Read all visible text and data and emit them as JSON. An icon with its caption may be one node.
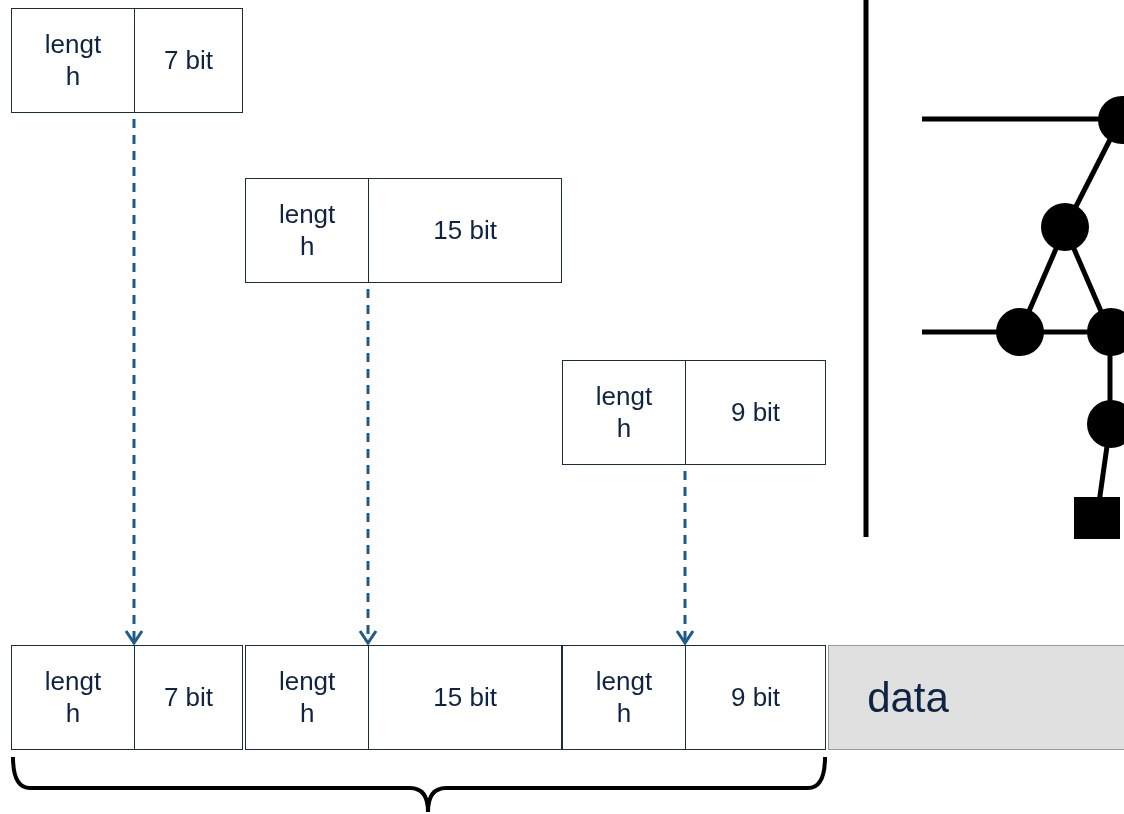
{
  "diagram": {
    "nodes": [
      {
        "text": [],
        "shape": "box"
      },
      {
        "text": [
          "lengt h"
        ],
        "in": 0
      },
      {
        "text": [
          "7 bit"
        ],
        "in": 0
      },
      {
        "text": [],
        "shape": "box"
      },
      {
        "text": [
          "lengt h"
        ],
        "in": 3
      },
      {
        "text": [
          "15 bit"
        ],
        "in": 3
      },
      {
        "text": [],
        "shape": "box"
      },
      {
        "text": [
          "lengt h"
        ],
        "in": 6
      },
      {
        "text": [
          "9 bit"
        ],
        "in": 6
      },
      {
        "text": [],
        "shape": "box"
      },
      {
        "text": [
          "lengt h"
        ],
        "in": 9
      },
      {
        "text": [
          "7 bit"
        ],
        "in": 9
      },
      {
        "text": [],
        "shape": "box"
      },
      {
        "text": [
          "lengt h"
        ],
        "in": 12
      },
      {
        "text": [
          "15 bit"
        ],
        "in": 12
      },
      {
        "text": [],
        "shape": "box"
      },
      {
        "text": [
          "lengt h"
        ],
        "in": 15
      },
      {
        "text": [
          "9 bit"
        ],
        "in": 15
      },
      {
        "text": [
          "data"
        ]
      }
    ],
    "edges": [
      {
        "from": 0,
        "to": 9,
        "arrow": "to",
        "style": "dashed"
      },
      {
        "from": 3,
        "to": 12,
        "arrow": "to",
        "style": "dashed"
      },
      {
        "from": 6,
        "to": 15,
        "arrow": "to",
        "style": "dashed"
      }
    ]
  }
}
